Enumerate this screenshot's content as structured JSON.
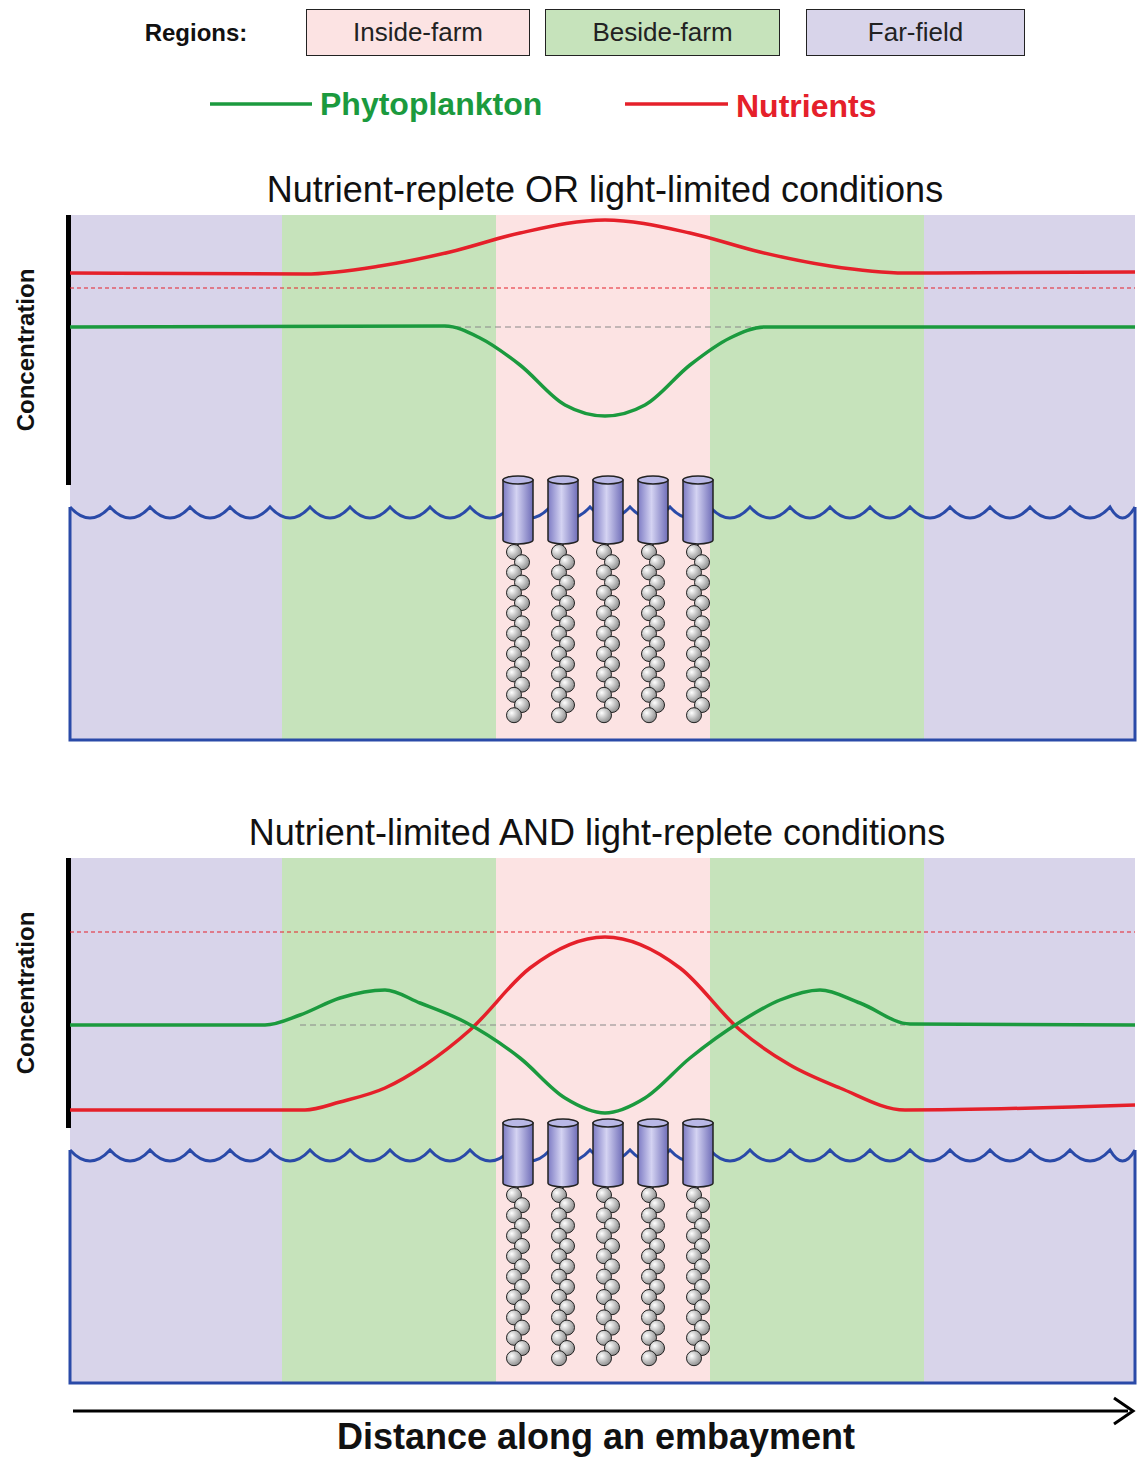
{
  "diagram": {
    "labels": [
      "Regions:",
      "Nutrient-replete OR light-limited conditions",
      "Nutrient-limited AND light-replete conditions",
      "Concentration",
      "Concentration",
      "Distance along an embayment"
    ],
    "legend": [
      {
        "text": "Inside-farm",
        "color": "#fce3e3"
      },
      {
        "text": "Beside-farm",
        "color": "#c6e3bb"
      },
      {
        "text": "Far-field",
        "color": "#d8d4ea"
      },
      {
        "text": "Phytoplankton"
      },
      {
        "text": "Nutrients"
      }
    ]
  }
}
